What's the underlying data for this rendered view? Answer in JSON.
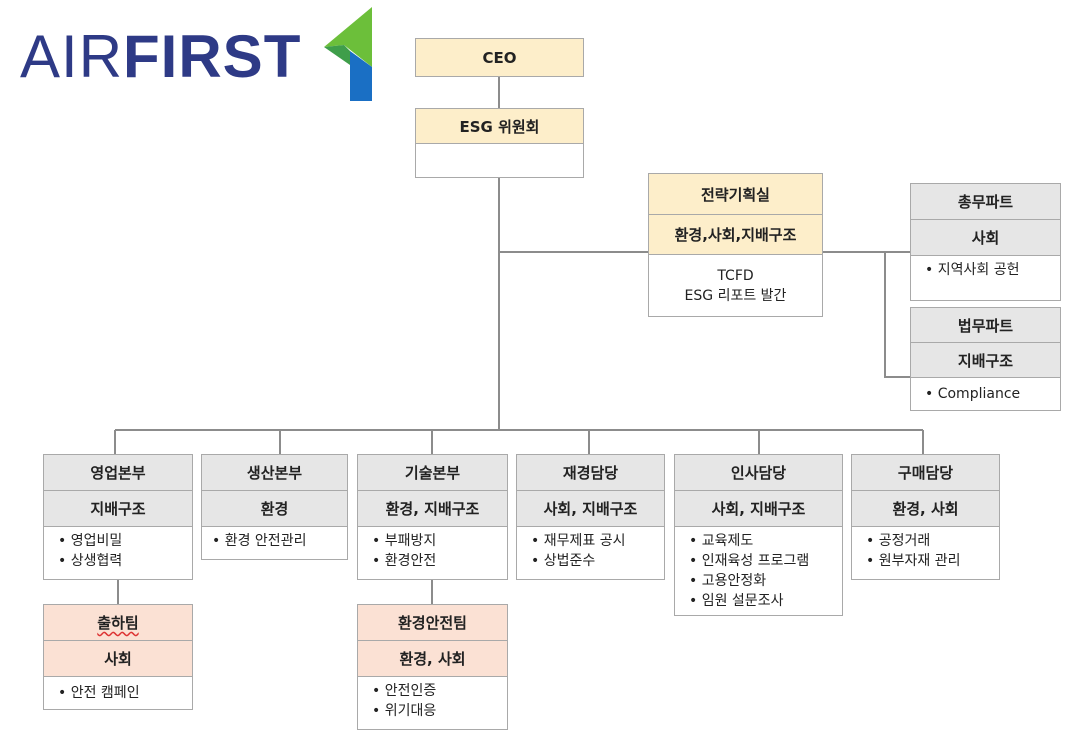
{
  "logo": {
    "light": "AIR",
    "bold": "FIRST"
  },
  "ceo": "CEO",
  "esg_committee": "ESG 위원회",
  "strategy": {
    "title": "전략기획실",
    "area": "환경,사회,지배구조",
    "items": [
      "TCFD",
      "ESG 리포트 발간"
    ]
  },
  "general_affairs": {
    "title": "총무파트",
    "area": "사회",
    "items": [
      "지역사회 공헌"
    ]
  },
  "legal": {
    "title": "법무파트",
    "area": "지배구조",
    "items": [
      "Compliance"
    ]
  },
  "divisions": [
    {
      "title": "영업본부",
      "area": "지배구조",
      "items": [
        "영업비밀",
        "상생협력"
      ]
    },
    {
      "title": "생산본부",
      "area": "환경",
      "items": [
        "환경 안전관리"
      ]
    },
    {
      "title": "기술본부",
      "area": "환경, 지배구조",
      "items": [
        "부패방지",
        "환경안전"
      ]
    },
    {
      "title": "재경담당",
      "area": "사회, 지배구조",
      "items": [
        "재무제표 공시",
        "상법준수"
      ]
    },
    {
      "title": "인사담당",
      "area": "사회, 지배구조",
      "items": [
        "교육제도",
        "인재육성 프로그램",
        "고용안정화",
        "임원 설문조사"
      ]
    },
    {
      "title": "구매담당",
      "area": "환경, 사회",
      "items": [
        "공정거래",
        "원부자재 관리"
      ]
    }
  ],
  "shipping_team": {
    "title": "출하팀",
    "area": "사회",
    "items": [
      "안전 캠페인"
    ]
  },
  "env_safety_team": {
    "title": "환경안전팀",
    "area": "환경, 사회",
    "items": [
      "안전인증",
      "위기대응"
    ]
  },
  "colors": {
    "exec": "#fdeeca",
    "dept": "#e6e6e6",
    "team": "#fbe1d4",
    "logo_navy": "#2e3a86",
    "logo_green": "#6cbf3a",
    "logo_blue": "#1a6fc4"
  }
}
